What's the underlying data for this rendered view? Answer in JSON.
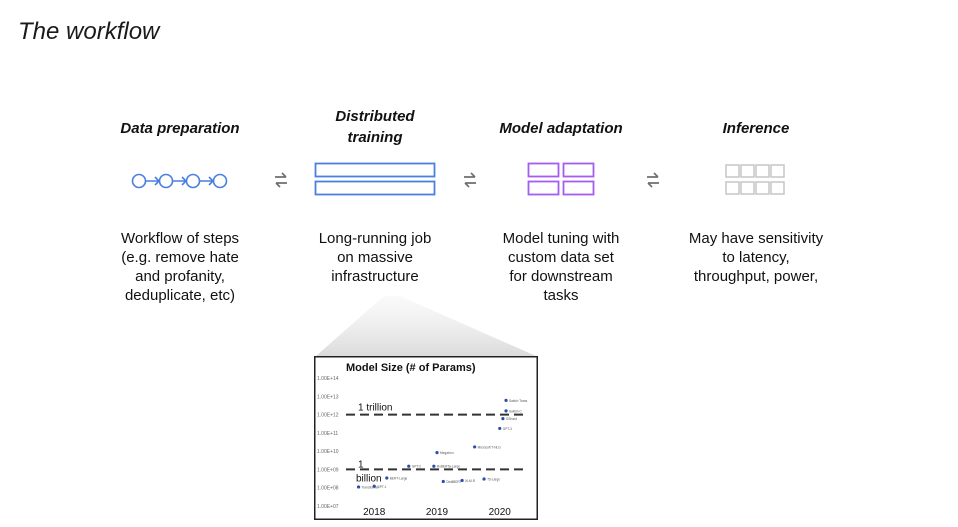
{
  "page": {
    "title": "The workflow"
  },
  "colors": {
    "blue": "#4a7fe0",
    "purple": "#a55cf0",
    "gray": "#c6c6c6",
    "swap": "#6f6f6f",
    "chart_point": "#2b4fa8"
  },
  "steps": [
    {
      "title": "Data preparation",
      "icon": "pipeline-nodes-icon",
      "desc": "Workflow of steps\n(e.g. remove hate\nand profanity,\ndeduplicate, etc)"
    },
    {
      "title": "Distributed\ntraining",
      "icon": "stacked-bars-icon",
      "desc": "Long-running job\non massive\ninfrastructure"
    },
    {
      "title": "Model adaptation",
      "icon": "grid-2x2-icon",
      "desc": "Model tuning with\ncustom data set\nfor downstream\ntasks"
    },
    {
      "title": "Inference",
      "icon": "grid-4x2-icon",
      "desc": "May have sensitivity\nto latency,\nthroughput, power,"
    }
  ],
  "connector_icon": "swap-arrows-icon",
  "chart_data": {
    "type": "scatter",
    "title": "Model Size (# of Params)",
    "x_ticks": [
      "2018",
      "2019",
      "2020"
    ],
    "xlim": [
      2017.55,
      2020.45
    ],
    "yscale": "log",
    "ylim": [
      10000000.0,
      100000000000000.0
    ],
    "y_ticks": [
      "1.00E+07",
      "1.00E+08",
      "1.00E+09",
      "1.00E+10",
      "1.00E+11",
      "1.00E+12",
      "1.00E+13",
      "1.00E+14"
    ],
    "reference_lines": [
      {
        "label": "1 trillion",
        "y": 1000000000000.0
      },
      {
        "label": "1\nbillion",
        "y": 1000000000.0
      }
    ],
    "points": [
      {
        "x": 2017.75,
        "y": 110000000.0,
        "label": "Transformer"
      },
      {
        "x": 2018.0,
        "y": 120000000.0,
        "label": "GPT-1"
      },
      {
        "x": 2018.2,
        "y": 340000000.0,
        "label": "BERT-Large"
      },
      {
        "x": 2018.55,
        "y": 1500000000.0,
        "label": "GPT-2"
      },
      {
        "x": 2018.95,
        "y": 1500000000.0,
        "label": "RoBERTa-Large"
      },
      {
        "x": 2019.0,
        "y": 8300000000.0,
        "label": "Megatron"
      },
      {
        "x": 2019.1,
        "y": 220000000.0,
        "label": "DistilBERT"
      },
      {
        "x": 2019.4,
        "y": 250000000.0,
        "label": "XLM-R"
      },
      {
        "x": 2019.6,
        "y": 17000000000.0,
        "label": "Microsoft T-NLG"
      },
      {
        "x": 2019.75,
        "y": 300000000.0,
        "label": "T5-Large"
      },
      {
        "x": 2020.0,
        "y": 175000000000.0,
        "label": "GPT-3"
      },
      {
        "x": 2020.05,
        "y": 600000000000.0,
        "label": "GShard"
      },
      {
        "x": 2020.1,
        "y": 1600000000000.0,
        "label": "Switch-C"
      },
      {
        "x": 2020.1,
        "y": 6000000000000.0,
        "label": "Switch Trans"
      }
    ]
  }
}
